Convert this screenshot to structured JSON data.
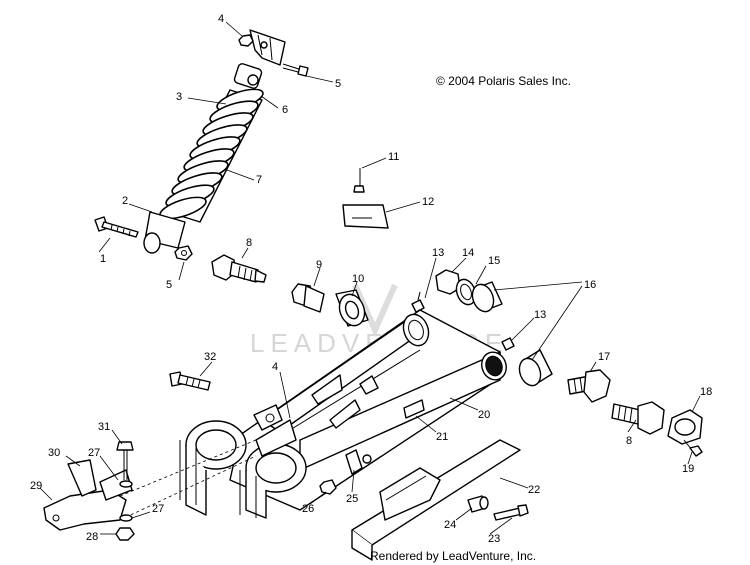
{
  "copyright": "© 2004 Polaris Sales Inc.",
  "watermark": "LEADVENTURE",
  "footer": "Rendered by LeadVenture, Inc.",
  "callouts": [
    "1",
    "2",
    "3",
    "4",
    "5",
    "6",
    "7",
    "8",
    "9",
    "10",
    "11",
    "12",
    "13",
    "14",
    "15",
    "16",
    "17",
    "18",
    "19",
    "20",
    "21",
    "22",
    "23",
    "24",
    "25",
    "26",
    "27",
    "28",
    "29",
    "30",
    "31",
    "32"
  ],
  "parts": {
    "shock": "shock-absorber",
    "swingarm": "swing-arm",
    "chain_guard": "chain-guard",
    "axle_clamps": "axle-clamps",
    "torque_arm": "torque-arm"
  }
}
